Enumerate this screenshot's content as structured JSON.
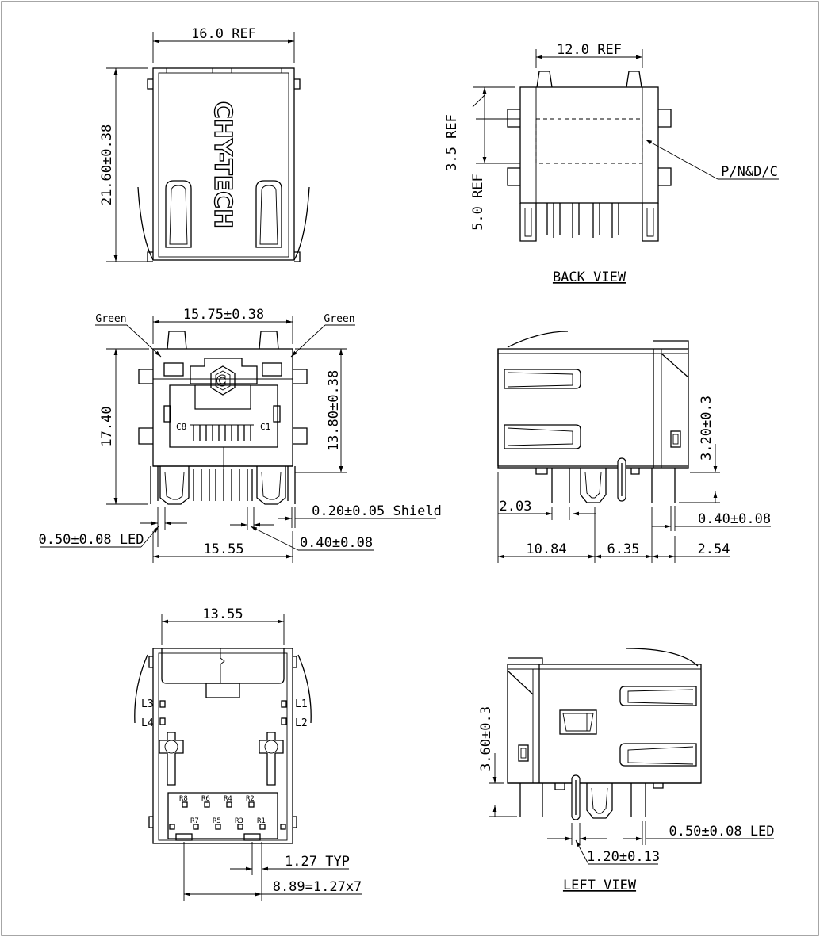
{
  "dimensions": {
    "top_width": "16.0 REF",
    "top_height": "21.60±0.38",
    "back_width": "12.0 REF",
    "back_35": "3.5 REF",
    "back_50": "5.0 REF",
    "front_width": "15.75±0.38",
    "front_height": "17.40",
    "front_height2": "13.80±0.38",
    "shield": "0.20±0.05 Shield",
    "led": "0.50±0.08 LED",
    "pin": "0.40±0.08",
    "front_base": "15.55",
    "side_203": "2.03",
    "side_320": "3.20±0.3",
    "side_pin": "0.40±0.08",
    "side_1084": "10.84",
    "side_635": "6.35",
    "side_254": "2.54",
    "bottom_width": "13.55",
    "bottom_typ": "1.27 TYP",
    "bottom_pitch": "8.89=1.27x7",
    "left_360": "3.60±0.3",
    "left_led": "0.50±0.08 LED",
    "left_120": "1.20±0.13"
  },
  "labels": {
    "back_view": "BACK VIEW",
    "left_view": "LEFT VIEW",
    "pnd": "P/N&D/C",
    "green_left": "Green",
    "green_right": "Green",
    "c8": "C8",
    "c1": "C1",
    "logo": "CHY-TECH",
    "l1": "L1",
    "l2": "L2",
    "l3": "L3",
    "l4": "L4",
    "r8": "R8",
    "r6": "R6",
    "r4": "R4",
    "r2": "R2",
    "r7": "R7",
    "r5": "R5",
    "r3": "R3",
    "r1": "R1"
  }
}
